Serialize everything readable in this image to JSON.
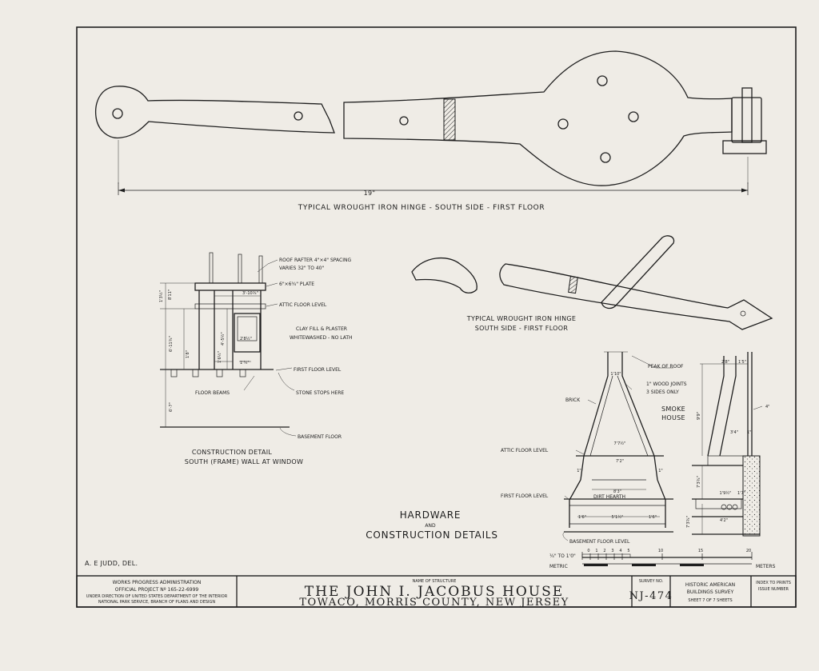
{
  "hinge_large": {
    "dimension": "19\"",
    "caption": "TYPICAL WROUGHT IRON HINGE - SOUTH SIDE - FIRST FLOOR"
  },
  "hinge_small": {
    "caption_line1": "TYPICAL WROUGHT IRON HINGE",
    "caption_line2": "SOUTH SIDE - FIRST FLOOR"
  },
  "wall_detail": {
    "notes": {
      "roof_rafter_1": "ROOF RAFTER 4\"×4\" SPACING",
      "roof_rafter_2": "VARIES 32\" TO 40\"",
      "plate": "6\"×6¾\" PLATE",
      "attic": "ATTIC FLOOR LEVEL",
      "clay_1": "CLAY FILL & PLASTER",
      "clay_2": "WHITEWASHED - NO LATH",
      "first_floor": "FIRST FLOOR LEVEL",
      "floor_beams": "FLOOR BEAMS",
      "stone_stops": "STONE STOPS HERE",
      "basement": "BASEMENT FLOOR"
    },
    "dims": {
      "d1": "1'3½\"",
      "d2": "8'11\"",
      "d3": "3'-10¾\"",
      "d4": "6'-11¾\"",
      "d5": "4'-5½\"",
      "d6": "2'8½\"",
      "d7": "1'6½\"",
      "d8": "1'¼\"",
      "d9": "1'8\"",
      "d10": "6'-7\""
    },
    "caption_line1": "CONSTRUCTION DETAIL",
    "caption_line2": "SOUTH (FRAME) WALL AT WINDOW"
  },
  "smokehouse": {
    "notes": {
      "peak": "PEAK OF ROOF",
      "brick": "BRICK",
      "wood_joints_1": "1\" WOOD JOINTS",
      "wood_joints_2": "3 SIDES ONLY",
      "smoke_1": "SMOKE",
      "smoke_2": "HOUSE",
      "attic": "ATTIC FLOOR LEVEL",
      "first_floor": "FIRST FLOOR LEVEL",
      "dirt_hearth": "DIRT HEARTH",
      "basement": "BASEMENT FLOOR LEVEL"
    },
    "dims": {
      "top_w": "1'10\"",
      "mid_w": "7'7½\"",
      "mid_w2": "7'2\"",
      "base_w": "8'3\"",
      "lower_w": "5'1½\"",
      "left_seg": "1'6\"",
      "right_seg": "1'6\"",
      "edge_l": "1\"",
      "edge_r": "1\"",
      "s_top": "2'8\"",
      "s_top2": "1'5\"",
      "s_mid": "3'4\"",
      "s_right": "4\"",
      "s_mid2": "1\"",
      "s_height": "9'9\"",
      "s_low": "7'3¾\"",
      "s_low2": "1'9½\"",
      "s_low3": "1'7\"",
      "s_basement": "7'3¾\"",
      "s_bot": "4'2\""
    }
  },
  "sheet_title": {
    "line1": "HARDWARE",
    "and": "AND",
    "line2": "CONSTRUCTION DETAILS"
  },
  "scale": {
    "imperial": "¼\" TO 1'0\"",
    "metric": "METRIC",
    "meters": "METERS",
    "ticks": [
      "0",
      "1",
      "2",
      "3",
      "4",
      "5",
      "10",
      "15",
      "20"
    ]
  },
  "delineator": "A. E JUDD, DEL.",
  "title_block": {
    "wpa_1": "WORKS PROGRESS ADMINISTRATION",
    "wpa_2": "OFFICIAL PROJECT Nº 165-22-6999",
    "wpa_3": "UNDER DIRECTION OF UNITED STATES DEPARTMENT OF THE INTERIOR",
    "wpa_4": "NATIONAL PARK SERVICE, BRANCH OF PLANS AND DESIGN",
    "name_label": "NAME OF STRUCTURE",
    "structure": "THE JOHN I. JACOBUS HOUSE",
    "location": "TOWACO, MORRIS COUNTY, NEW JERSEY",
    "survey_label": "SURVEY NO.",
    "survey_no": "NJ-474",
    "habs_1": "HISTORIC AMERICAN",
    "habs_2": "BUILDINGS SURVEY",
    "sheet": "SHEET 7 OF 7 SHEETS",
    "index_1": "INDEX TO PRINTS",
    "index_2": "ISSUE NUMBER"
  }
}
